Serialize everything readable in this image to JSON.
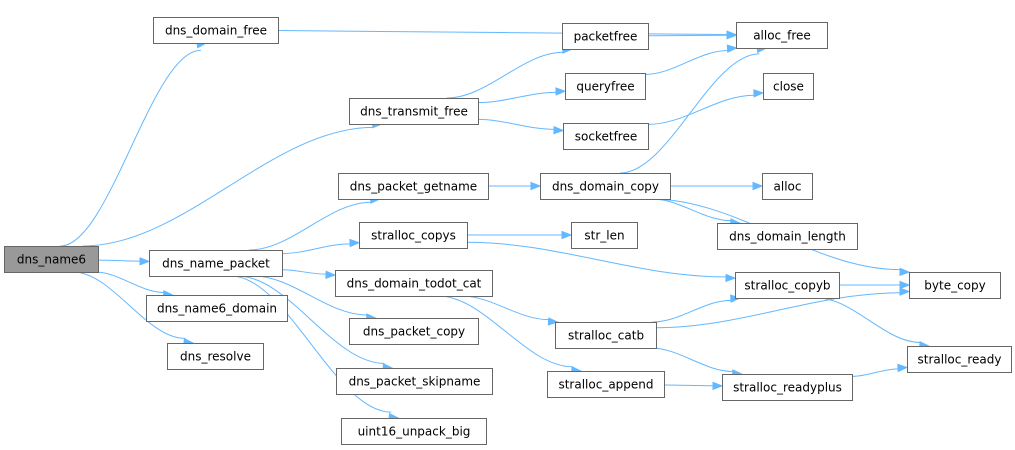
{
  "graph": {
    "title": "",
    "root": "dns_name6",
    "edge_color": "#63b8ff",
    "root_fill": "#999999",
    "node_border": "#666666",
    "nodes": [
      {
        "id": "dns_name6",
        "label": "dns_name6"
      },
      {
        "id": "dns_domain_free",
        "label": "dns_domain_free"
      },
      {
        "id": "dns_transmit_free",
        "label": "dns_transmit_free"
      },
      {
        "id": "dns_name_packet",
        "label": "dns_name_packet"
      },
      {
        "id": "dns_name6_domain",
        "label": "dns_name6_domain"
      },
      {
        "id": "dns_resolve",
        "label": "dns_resolve"
      },
      {
        "id": "alloc_free",
        "label": "alloc_free"
      },
      {
        "id": "packetfree",
        "label": "packetfree"
      },
      {
        "id": "queryfree",
        "label": "queryfree"
      },
      {
        "id": "socketfree",
        "label": "socketfree"
      },
      {
        "id": "close",
        "label": "close"
      },
      {
        "id": "dns_packet_getname",
        "label": "dns_packet_getname"
      },
      {
        "id": "dns_domain_copy",
        "label": "dns_domain_copy"
      },
      {
        "id": "alloc",
        "label": "alloc"
      },
      {
        "id": "dns_domain_length",
        "label": "dns_domain_length"
      },
      {
        "id": "byte_copy",
        "label": "byte_copy"
      },
      {
        "id": "stralloc_copys",
        "label": "stralloc_copys"
      },
      {
        "id": "str_len",
        "label": "str_len"
      },
      {
        "id": "stralloc_copyb",
        "label": "stralloc_copyb"
      },
      {
        "id": "dns_domain_todot_cat",
        "label": "dns_domain_todot_cat"
      },
      {
        "id": "stralloc_catb",
        "label": "stralloc_catb"
      },
      {
        "id": "dns_packet_copy",
        "label": "dns_packet_copy"
      },
      {
        "id": "stralloc_ready",
        "label": "stralloc_ready"
      },
      {
        "id": "stralloc_append",
        "label": "stralloc_append"
      },
      {
        "id": "stralloc_readyplus",
        "label": "stralloc_readyplus"
      },
      {
        "id": "dns_packet_skipname",
        "label": "dns_packet_skipname"
      },
      {
        "id": "uint16_unpack_big",
        "label": "uint16_unpack_big"
      }
    ],
    "edges": [
      [
        "dns_name6",
        "dns_domain_free"
      ],
      [
        "dns_name6",
        "dns_transmit_free"
      ],
      [
        "dns_name6",
        "dns_name_packet"
      ],
      [
        "dns_name6",
        "dns_name6_domain"
      ],
      [
        "dns_name6",
        "dns_resolve"
      ],
      [
        "dns_domain_free",
        "alloc_free"
      ],
      [
        "dns_transmit_free",
        "packetfree"
      ],
      [
        "dns_transmit_free",
        "queryfree"
      ],
      [
        "dns_transmit_free",
        "socketfree"
      ],
      [
        "packetfree",
        "alloc_free"
      ],
      [
        "queryfree",
        "alloc_free"
      ],
      [
        "socketfree",
        "close"
      ],
      [
        "dns_name_packet",
        "dns_packet_getname"
      ],
      [
        "dns_name_packet",
        "stralloc_copys"
      ],
      [
        "dns_name_packet",
        "dns_domain_todot_cat"
      ],
      [
        "dns_name_packet",
        "dns_packet_copy"
      ],
      [
        "dns_name_packet",
        "dns_packet_skipname"
      ],
      [
        "dns_name_packet",
        "uint16_unpack_big"
      ],
      [
        "dns_packet_getname",
        "dns_domain_copy"
      ],
      [
        "dns_domain_copy",
        "alloc_free"
      ],
      [
        "dns_domain_copy",
        "alloc"
      ],
      [
        "dns_domain_copy",
        "dns_domain_length"
      ],
      [
        "dns_domain_copy",
        "byte_copy"
      ],
      [
        "stralloc_copys",
        "str_len"
      ],
      [
        "stralloc_copys",
        "stralloc_copyb"
      ],
      [
        "dns_domain_todot_cat",
        "stralloc_catb"
      ],
      [
        "dns_domain_todot_cat",
        "stralloc_append"
      ],
      [
        "stralloc_copyb",
        "byte_copy"
      ],
      [
        "stralloc_copyb",
        "stralloc_ready"
      ],
      [
        "stralloc_catb",
        "stralloc_copyb"
      ],
      [
        "stralloc_catb",
        "byte_copy"
      ],
      [
        "stralloc_catb",
        "stralloc_readyplus"
      ],
      [
        "stralloc_append",
        "stralloc_readyplus"
      ],
      [
        "stralloc_readyplus",
        "stralloc_ready"
      ]
    ]
  }
}
